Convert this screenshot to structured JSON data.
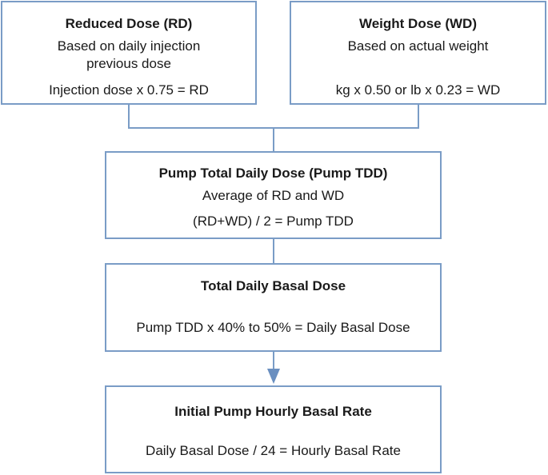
{
  "colors": {
    "border": "#7a9cc6",
    "connector": "#7a9cc6",
    "arrow": "#6a8fc0",
    "text": "#1a1a1a",
    "background": "#ffffff"
  },
  "boxes": {
    "reduced_dose": {
      "title": "Reduced Dose (RD)",
      "line1": "Based on daily injection",
      "line2": "previous dose",
      "formula": "Injection dose x 0.75 = RD"
    },
    "weight_dose": {
      "title": "Weight Dose (WD)",
      "line1": "Based on actual weight",
      "formula": "kg x 0.50 or lb x 0.23 = WD"
    },
    "pump_tdd": {
      "title": "Pump Total Daily Dose (Pump TDD)",
      "line1": "Average of RD and WD",
      "formula": "(RD+WD) / 2 = Pump TDD"
    },
    "daily_basal": {
      "title": "Total Daily Basal Dose",
      "formula": "Pump TDD x 40% to 50% = Daily Basal Dose"
    },
    "hourly_basal": {
      "title": "Initial Pump Hourly Basal Rate",
      "formula": "Daily Basal Dose / 24 = Hourly Basal Rate"
    }
  }
}
